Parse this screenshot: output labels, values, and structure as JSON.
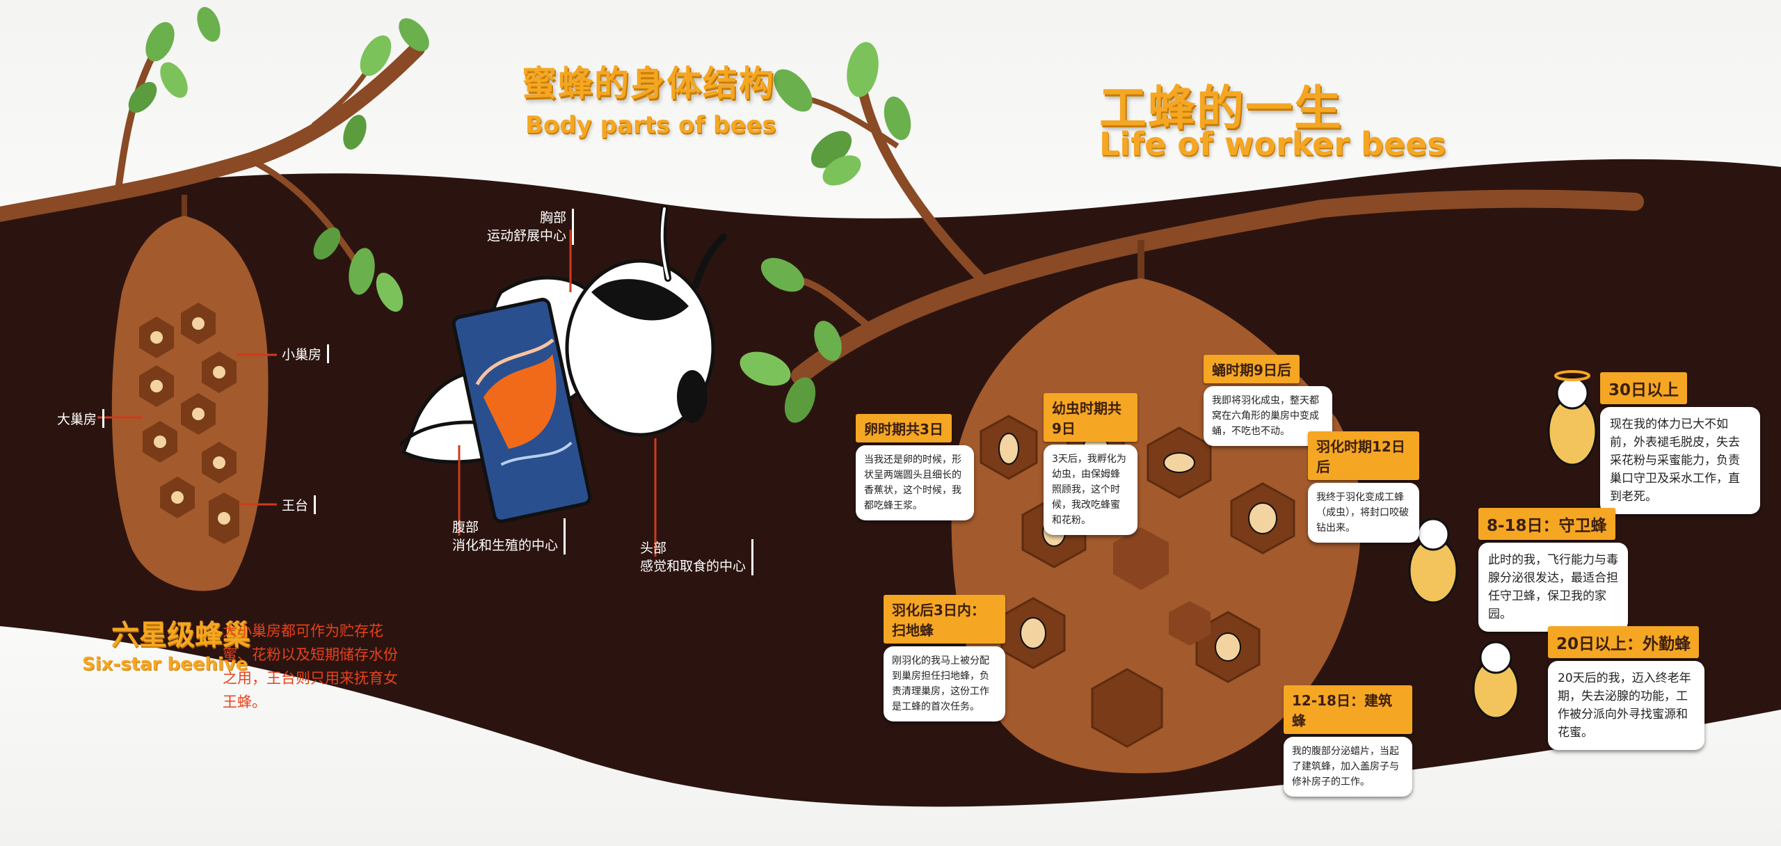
{
  "titles": {
    "body_cn": "蜜蜂的身体结构",
    "body_en": "Body parts of bees",
    "life_cn": "工蜂的一生",
    "life_en": "Life of worker bees",
    "hive_cn": "六星级蜂巢",
    "hive_en": "Six-star beehive"
  },
  "hive_labels": {
    "small_cell": "小巢房",
    "big_cell": "大巢房",
    "queen_cell": "王台"
  },
  "hive_desc": "大小巢房都可作为贮存花蜜、花粉以及短期储存水份之用，王台则只用来抚育女王蜂。",
  "body_labels": {
    "thorax_name": "胸部",
    "thorax_desc": "运动舒展中心",
    "abdomen_name": "腹部",
    "abdomen_desc": "消化和生殖的中心",
    "head_name": "头部",
    "head_desc": "感觉和取食的中心"
  },
  "stages": [
    {
      "tag": "卵时期共3日",
      "text": "当我还是卵的时候，形状呈两端圆头且细长的香蕉状，这个时候，我都吃蜂王浆。"
    },
    {
      "tag": "幼虫时期共9日",
      "text": "3天后，我孵化为幼虫，由保姆蜂照顾我，这个时候，我改吃蜂蜜和花粉。"
    },
    {
      "tag": "蛹时期9日后",
      "text": "我即将羽化成虫，整天都窝在六角形的巢房中变成蛹，不吃也不动。"
    },
    {
      "tag": "羽化时期12日后",
      "text": "我终于羽化变成工蜂（成虫），将封口咬破钻出来。"
    },
    {
      "tag": "羽化后3日内：扫地蜂",
      "text": "刚羽化的我马上被分配到巢房担任扫地蜂，负责清理巢房，这份工作是工蜂的首次任务。"
    },
    {
      "tag": "12-18日：建筑蜂",
      "text": "我的腹部分泌蜡片，当起了建筑蜂，加入盖房子与修补房子的工作。"
    },
    {
      "tag": "30日以上",
      "text": "现在我的体力已大不如前，外表褪毛脱皮，失去采花粉与采蜜能力，负责巢口守卫及采水工作，直到老死。"
    },
    {
      "tag": "8-18日：守卫蜂",
      "text": "此时的我，飞行能力与毒腺分泌很发达，最适合担任守卫蜂，保卫我的家园。"
    },
    {
      "tag": "20日以上：外勤蜂",
      "text": "20天后的我，迈入终老年期，失去泌腺的功能，工作被分派向外寻找蜜源和花蜜。"
    }
  ],
  "colors": {
    "wall_dark": "#2b1410",
    "accent_orange": "#f5a623",
    "hive_brown": "#a35a2c",
    "desc_red": "#e8411b"
  }
}
